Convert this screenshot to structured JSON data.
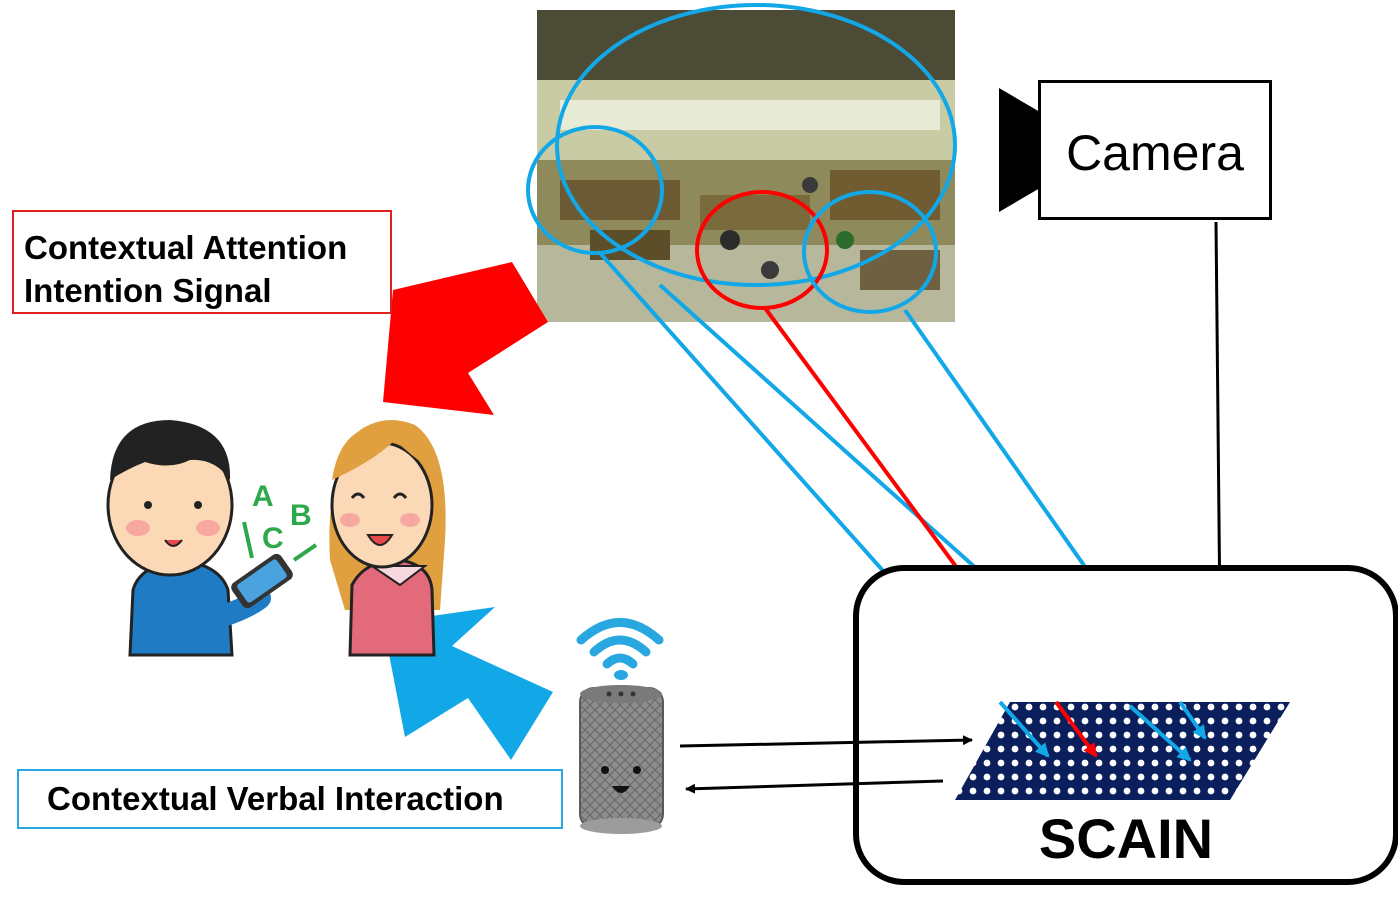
{
  "labels": {
    "attention_line1": "Contextual Attention",
    "attention_line2": "Intention Signal",
    "verbal": "Contextual Verbal Interaction",
    "camera": "Camera",
    "system": "SCAIN"
  },
  "letters": [
    "A",
    "B",
    "C"
  ],
  "colors": {
    "attention": "#ff0000",
    "verbal": "#12a8e8",
    "attention_box_border": "#e02020",
    "verbal_box_border": "#29a7e1",
    "grid": "#0a1f5c",
    "letters": "#2da84b"
  },
  "icons": [
    "camera-icon",
    "smart-speaker-icon",
    "wifi-icon",
    "people-illustration",
    "workshop-photo"
  ]
}
